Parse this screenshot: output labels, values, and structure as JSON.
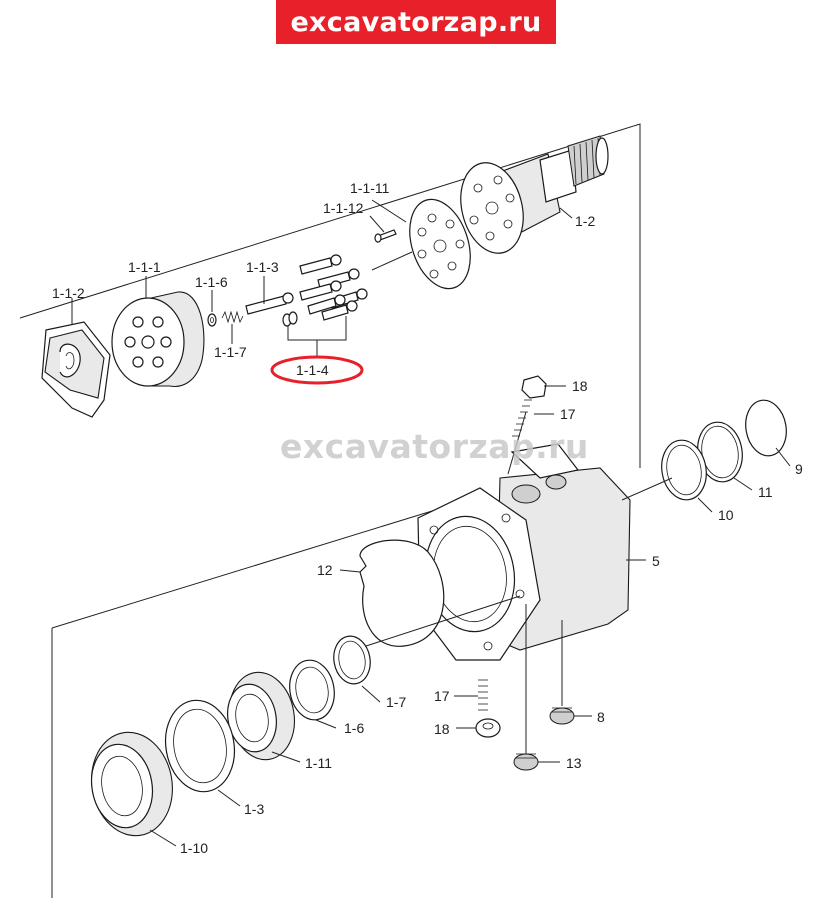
{
  "banner": {
    "text": "excavatorzap.ru",
    "color": "#e8202a"
  },
  "watermark": {
    "text": "excavatorzap.ru"
  },
  "highlight_color": "#e8202a",
  "callouts": {
    "c_1_1_11": "1-1-11",
    "c_1_1_12": "1-1-12",
    "c_1_2": "1-2",
    "c_1_1_1": "1-1-1",
    "c_1_1_6": "1-1-6",
    "c_1_1_3": "1-1-3",
    "c_1_1_2": "1-1-2",
    "c_1_1_7": "1-1-7",
    "c_1_1_4": "1-1-4",
    "c_18_top": "18",
    "c_17_top": "17",
    "c_9": "9",
    "c_11": "11",
    "c_10": "10",
    "c_5": "5",
    "c_12": "12",
    "c_1_7": "1-7",
    "c_17_bot": "17",
    "c_18_bot": "18",
    "c_8": "8",
    "c_1_6": "1-6",
    "c_1_11": "1-11",
    "c_13": "13",
    "c_1_3": "1-3",
    "c_1_10": "1-10"
  }
}
